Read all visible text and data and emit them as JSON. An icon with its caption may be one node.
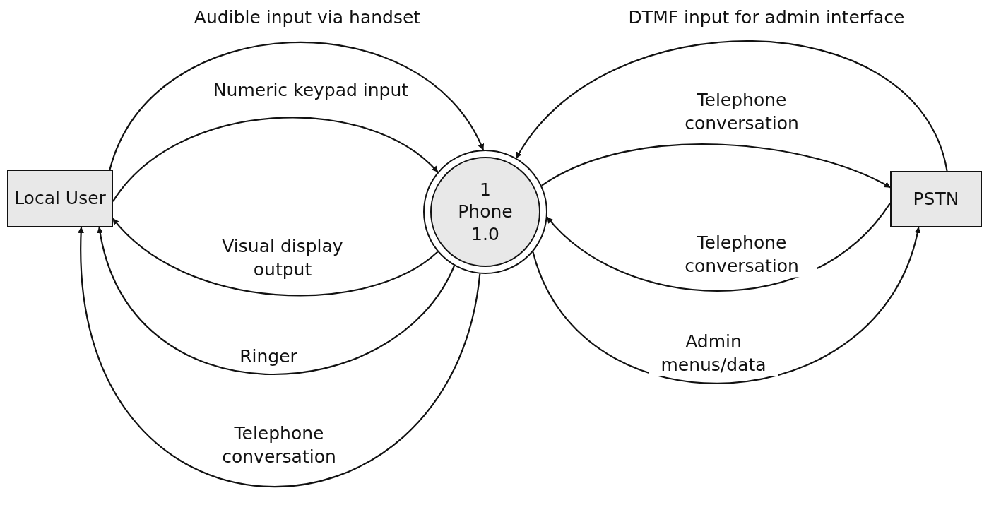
{
  "diagram": {
    "nodes": [
      {
        "text": [
          "Local User"
        ]
      },
      {
        "text": [
          "1",
          "Phone 1.0"
        ]
      },
      {
        "text": [
          "PSTN"
        ]
      }
    ],
    "edges": [
      {
        "from": 0,
        "to": 1,
        "arrow": "to",
        "label": "Audible input via handset"
      },
      {
        "from": 0,
        "to": 1,
        "arrow": "to",
        "label": "Numeric keypad input"
      },
      {
        "from": 1,
        "to": 0,
        "arrow": "to",
        "label": "Visual display output"
      },
      {
        "from": 1,
        "to": 0,
        "arrow": "to",
        "label": "Ringer"
      },
      {
        "from": 1,
        "to": 0,
        "arrow": "to",
        "label": "Telephone conversation"
      },
      {
        "from": 2,
        "to": 1,
        "arrow": "to",
        "label": "DTMF input for admin interface"
      },
      {
        "from": 1,
        "to": 2,
        "arrow": "to",
        "label": "Telephone conversation"
      },
      {
        "from": 2,
        "to": 1,
        "arrow": "to",
        "label": "Telephone conversation"
      },
      {
        "from": 1,
        "to": 2,
        "arrow": "to",
        "label": "Admin menus/data"
      }
    ]
  }
}
